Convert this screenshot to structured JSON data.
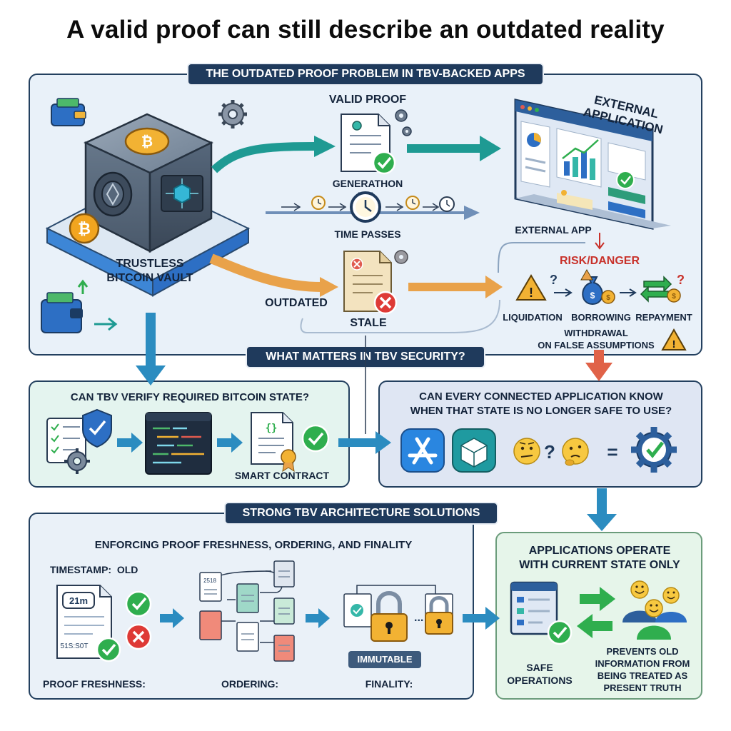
{
  "title": "A valid proof can still describe an outdated reality",
  "top_section": {
    "banner": "THE OUTDATED PROOF PROBLEM IN TBV-BACKED APPS",
    "vault_label": "TRUSTLESS\nBITCOIN VAULT",
    "valid_proof_label": "VALID PROOF",
    "generation_label": "GENERATHON",
    "time_label": "TIME PASSES",
    "outdated_label": "OUTDATED",
    "stale_label": "STALE",
    "external_app_label": "EXTERNAL\nAPPLICATION",
    "external_app_small": "EXTERNAL APP",
    "risk_label": "RISK/DANGER",
    "risks": [
      "LIQUIDATION",
      "BORROWING",
      "REPAYMENT"
    ],
    "withdrawal_label": "WITHDRAWAL\nON FALSE ASSUMPTIONS"
  },
  "middle_section": {
    "banner": "WHAT MATTERS IN TBV SECURITY?",
    "left_question": "CAN TBV VERIFY REQUIRED BITCOIN STATE?",
    "smart_contract_label": "SMART CONTRACT",
    "right_question": "CAN EVERY CONNECTED APPLICATION KNOW\nWHEN THAT STATE IS NO LONGER SAFE TO USE?",
    "equation_symbols": [
      "?",
      "="
    ]
  },
  "bottom_section": {
    "banner": "STRONG TBV ARCHITECTURE SOLUTIONS",
    "heading": "ENFORCING PROOF FRESHNESS, ORDERING, AND FINALITY",
    "timestamp_label": "TIMESTAMP:  OLD",
    "doc_text_top": "21m",
    "doc_text_bottom": "51S:S0T",
    "order_doc_text": "2518",
    "immutable_label": "IMMUTABLE",
    "ellipsis": "...",
    "col_labels": [
      "PROOF FRESHNESS:",
      "ORDERING:",
      "FINALITY:"
    ],
    "right_heading": "APPLICATIONS OPERATE\nWITH CURRENT STATE ONLY",
    "safe_label": "SAFE\nOPERATIONS",
    "prevents_label": "PREVENTS OLD\nINFORMATION FROM\nBEING TREATED AS\nPRESENT TRUTH"
  },
  "colors": {
    "navy": "#1f3a5c",
    "teal_arrow": "#1e9a93",
    "orange_arrow": "#e9a24a",
    "red": "#c8312a",
    "green_check": "#2fae4e",
    "panel_blue": "#e9f1f9",
    "panel_mint": "#e4f4ef",
    "panel_lavender": "#dfe6f3",
    "panel_green": "#e6f5ea"
  }
}
